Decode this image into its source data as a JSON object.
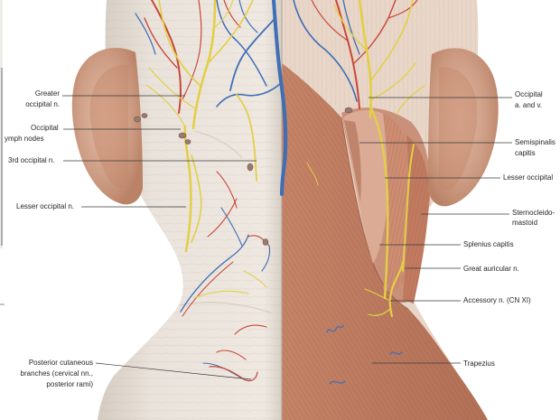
{
  "labels": {
    "greater_occipital_n": [
      "Greater",
      "occipital n."
    ],
    "occipital_lymph_nodes": [
      "Occipital",
      "ymph nodes"
    ],
    "third_occipital_n": [
      "3rd occipital n."
    ],
    "lesser_occipital_n_left": [
      "Lesser occipital n."
    ],
    "posterior_cutaneous_branches": [
      "Posterior cutaneous",
      "branches (cervical nn.,",
      "posterior rami)"
    ],
    "occipital_a_and_v": [
      "Occipital",
      "a. and v."
    ],
    "semispinalis_capitis": [
      "Semispinalis",
      "capitis"
    ],
    "lesser_occipital_right": [
      "Lesser occipital"
    ],
    "sternocleidomastoid": [
      "Sternocleido-",
      "mastoid"
    ],
    "splenius_capitis": [
      "Splenius capitis"
    ],
    "great_auricular_n": [
      "Great auricular n."
    ],
    "accessory_n": [
      "Accessory n. (CN XI)"
    ],
    "trapezius": [
      "Trapezius"
    ]
  },
  "colors": {
    "skin": "#eee8e1",
    "scalp": "#e8d6c8",
    "muscle": "#c8866a",
    "muscle_dark": "#b06c52",
    "ear": "#d8a286",
    "nerve": "#e3cf45",
    "artery": "#c8473a",
    "vein": "#3e6eb5",
    "leader_line": "#3a3a3a"
  }
}
